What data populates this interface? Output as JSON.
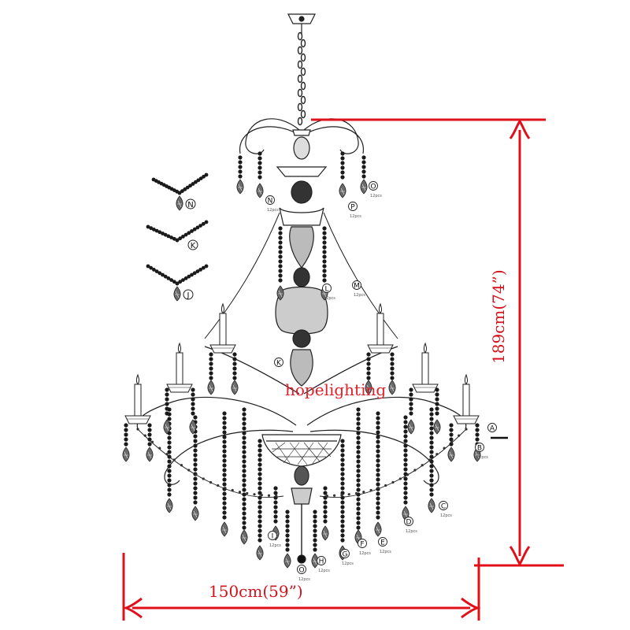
{
  "dimensions": {
    "height_label": "189cm(74”)",
    "width_label": "150cm(59”)",
    "line_color": "#e0101b"
  },
  "watermark": "hopelighting",
  "callouts": [
    {
      "id": "A",
      "letter": "A",
      "note": "",
      "pointer": true
    },
    {
      "id": "B",
      "letter": "B",
      "note": "12pcs",
      "pointer": false
    },
    {
      "id": "C",
      "letter": "C",
      "note": "12pcs",
      "pointer": false
    },
    {
      "id": "D",
      "letter": "D",
      "note": "12pcs",
      "pointer": false
    },
    {
      "id": "E",
      "letter": "E",
      "note": "12pcs",
      "pointer": false
    },
    {
      "id": "F",
      "letter": "F",
      "note": "12pcs",
      "pointer": false
    },
    {
      "id": "G",
      "letter": "G",
      "note": "12pcs",
      "pointer": false
    },
    {
      "id": "H",
      "letter": "H",
      "note": "12pcs",
      "pointer": false
    },
    {
      "id": "I",
      "letter": "I",
      "note": "12pcs",
      "pointer": false
    },
    {
      "id": "K",
      "letter": "K",
      "note": "",
      "pointer": false
    },
    {
      "id": "L",
      "letter": "L",
      "note": "12pcs",
      "pointer": false
    },
    {
      "id": "M",
      "letter": "M",
      "note": "12pcs",
      "pointer": false
    },
    {
      "id": "N",
      "letter": "N",
      "note": "12pcs",
      "pointer": false
    },
    {
      "id": "O",
      "letter": "O",
      "note": "12pcs",
      "pointer": false
    },
    {
      "id": "P",
      "letter": "P",
      "note": "12pcs",
      "pointer": false
    },
    {
      "id": "Q",
      "letter": "O",
      "note": "12pcs",
      "pointer": false
    }
  ],
  "legend_strands": [
    {
      "id": "N",
      "letter": "N"
    },
    {
      "id": "K",
      "letter": "K"
    },
    {
      "id": "J",
      "letter": "J"
    }
  ]
}
